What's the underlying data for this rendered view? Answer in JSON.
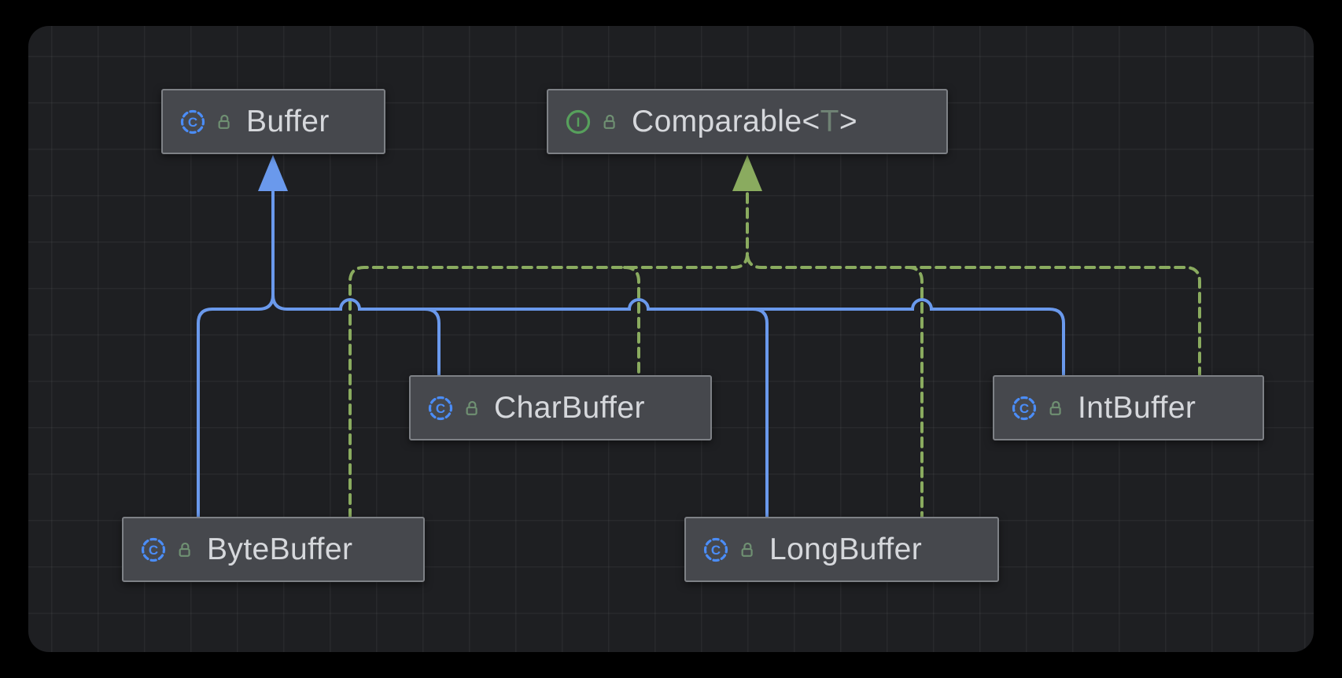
{
  "diagram_kind": "uml-class-diagram",
  "canvas": {
    "background": "#000000",
    "panel_background": "#1e1f22"
  },
  "colors": {
    "extends_edge_blue": "#6a99ec",
    "implements_edge_green": "#8aab5f",
    "class_icon_blue": "#4b8df8",
    "interface_icon_green": "#57a05c",
    "lock_icon_green": "#6f9072",
    "node_background": "#46484d",
    "node_border": "#7e8186",
    "node_text": "#d6d8dc",
    "type_param_text": "#6f8274"
  },
  "icons": {
    "class_letter": "C",
    "interface_letter": "I"
  },
  "nodes": [
    {
      "id": "buffer",
      "kind": "class",
      "label": "Buffer"
    },
    {
      "id": "comparable",
      "kind": "interface",
      "label": "Comparable<T>",
      "label_parts": {
        "name": "Comparable",
        "open": "<",
        "param": "T",
        "close": ">"
      }
    },
    {
      "id": "charbuffer",
      "kind": "class",
      "label": "CharBuffer"
    },
    {
      "id": "intbuffer",
      "kind": "class",
      "label": "IntBuffer"
    },
    {
      "id": "bytebuffer",
      "kind": "class",
      "label": "ByteBuffer"
    },
    {
      "id": "longbuffer",
      "kind": "class",
      "label": "LongBuffer"
    }
  ],
  "edges": [
    {
      "from": "ByteBuffer",
      "to": "Buffer",
      "type": "extends",
      "style": "solid-blue"
    },
    {
      "from": "CharBuffer",
      "to": "Buffer",
      "type": "extends",
      "style": "solid-blue"
    },
    {
      "from": "LongBuffer",
      "to": "Buffer",
      "type": "extends",
      "style": "solid-blue"
    },
    {
      "from": "IntBuffer",
      "to": "Buffer",
      "type": "extends",
      "style": "solid-blue"
    },
    {
      "from": "ByteBuffer",
      "to": "Comparable<T>",
      "type": "implements",
      "style": "dashed-green"
    },
    {
      "from": "CharBuffer",
      "to": "Comparable<T>",
      "type": "implements",
      "style": "dashed-green"
    },
    {
      "from": "LongBuffer",
      "to": "Comparable<T>",
      "type": "implements",
      "style": "dashed-green"
    },
    {
      "from": "IntBuffer",
      "to": "Comparable<T>",
      "type": "implements",
      "style": "dashed-green"
    }
  ]
}
